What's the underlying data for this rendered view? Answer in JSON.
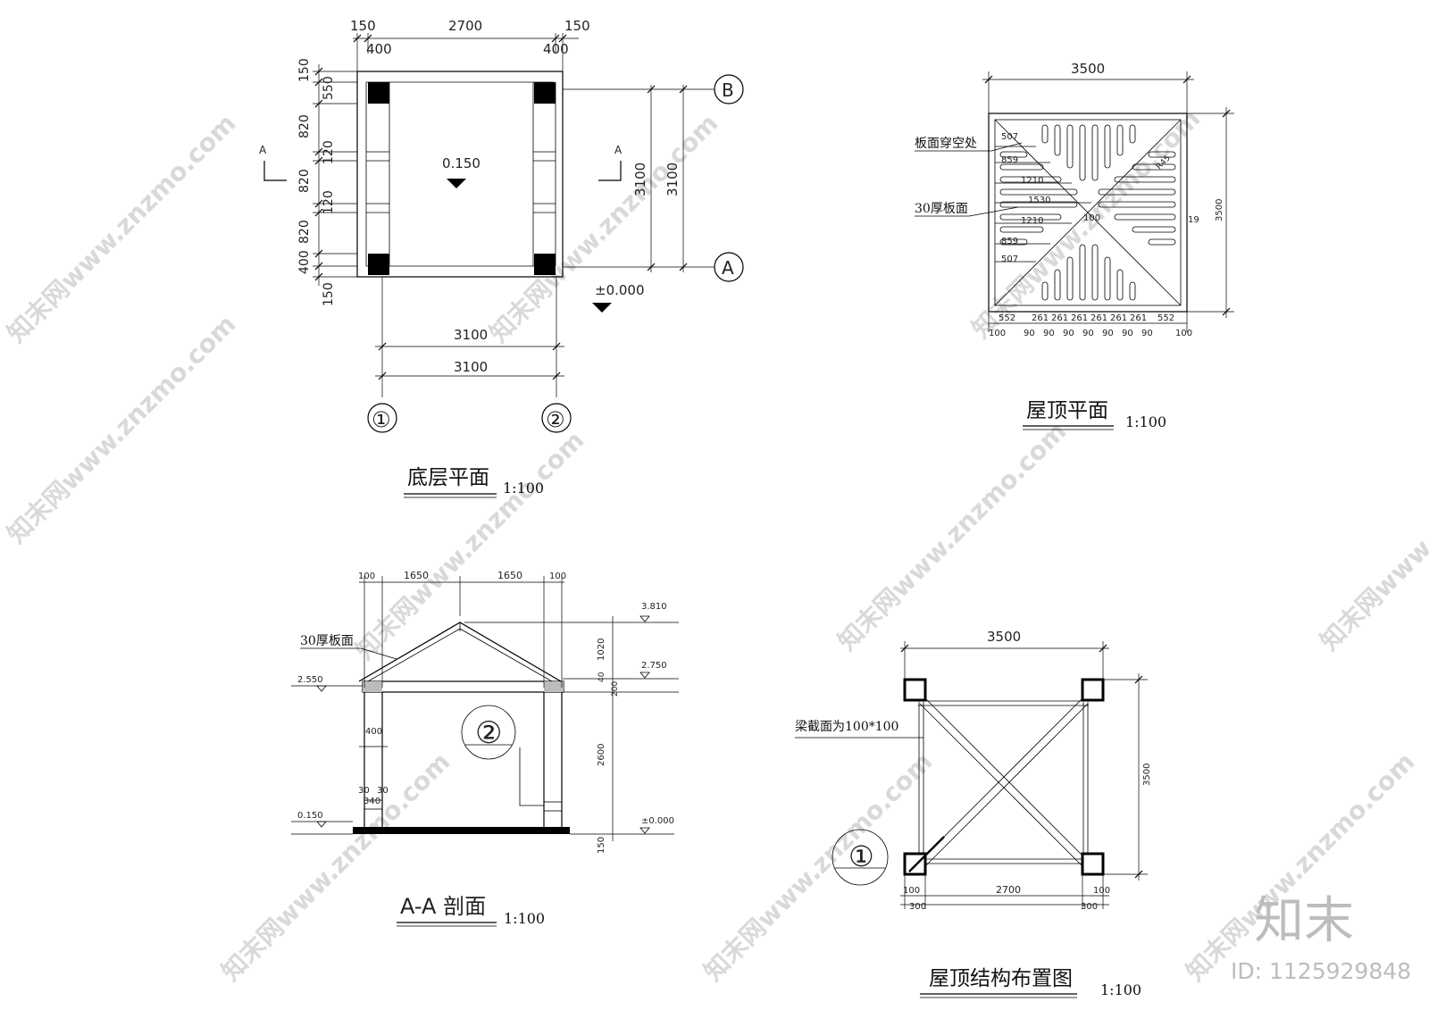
{
  "ground_plan": {
    "title": "底层平面",
    "scale": "1:100",
    "top_dims": [
      "150",
      "2700",
      "150"
    ],
    "top_sub": [
      "400",
      "400"
    ],
    "left_dims": [
      "150",
      "550",
      "820",
      "120",
      "820",
      "120",
      "820",
      "400",
      "150"
    ],
    "right_dims": [
      "3100",
      "3100"
    ],
    "bottom_dims": [
      "3100",
      "3100"
    ],
    "level_inside": "0.150",
    "level_outside": "±0.000",
    "section_mark": "A",
    "axis_b": "B",
    "axis_a": "A",
    "axis_1": "①",
    "axis_2": "②"
  },
  "roof_plan": {
    "title": "屋顶平面",
    "scale": "1:100",
    "top_dim": "3500",
    "right_dim": "3500",
    "label_hole": "板面穿空处",
    "label_board": "30厚板面",
    "slot_dims": [
      "507",
      "859",
      "1210",
      "1530",
      "1210",
      "859",
      "507"
    ],
    "bottom_dims_a": [
      "552",
      "261",
      "261",
      "261",
      "261",
      "261",
      "261",
      "552"
    ],
    "bottom_dims_b": [
      "100",
      "90",
      "90",
      "90",
      "90",
      "90",
      "90",
      "90",
      "100"
    ],
    "center_dim": "100",
    "side_dim": "19",
    "radius": "R45"
  },
  "section": {
    "title": "A-A 剖面",
    "scale": "1:100",
    "top_dims": [
      "100",
      "1650",
      "1650",
      "100"
    ],
    "label_board": "30厚板面",
    "levels": [
      "3.810",
      "2.750",
      "2.550",
      "0.150",
      "±0.000"
    ],
    "right_dims": [
      "1020",
      "40",
      "200",
      "2600",
      "150"
    ],
    "left_dims": [
      "400",
      "30",
      "30",
      "340"
    ],
    "detail_mark": "②"
  },
  "roof_structure": {
    "title": "屋顶结构布置图",
    "scale": "1:100",
    "top_dim": "3500",
    "right_dim": "3500",
    "beam_label": "梁截面为100*100",
    "bottom_dims": [
      "100",
      "2700",
      "100"
    ],
    "bottom_sub": [
      "300",
      "300"
    ],
    "detail_mark": "①"
  },
  "brand": {
    "logo": "知末",
    "id": "ID: 1125929848"
  },
  "watermark": "知末网www.znzmo.com"
}
